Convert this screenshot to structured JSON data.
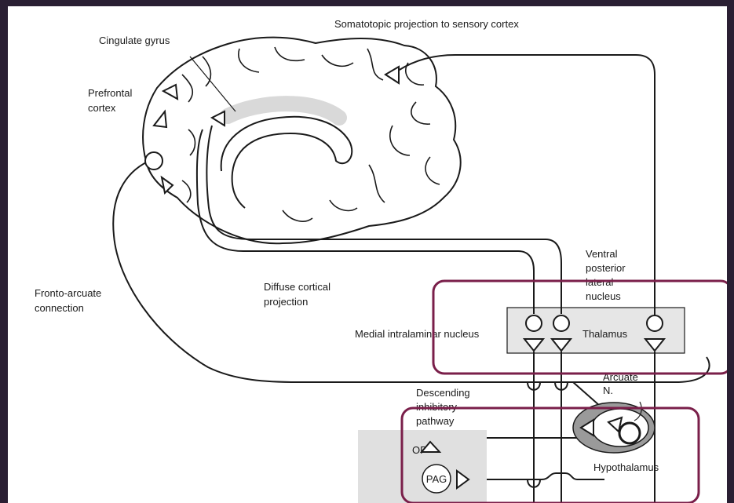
{
  "labels": {
    "somatotopic": "Somatotopic projection to sensory cortex",
    "cingulate": "Cingulate gyrus",
    "prefrontal_1": "Prefrontal",
    "prefrontal_2": "cortex",
    "fronto_1": "Fronto-arcuate",
    "fronto_2": "connection",
    "diffuse_1": "Diffuse cortical",
    "diffuse_2": "projection",
    "ventral_1": "Ventral",
    "ventral_2": "posterior",
    "ventral_3": "lateral",
    "ventral_4": "nucleus",
    "medial": "Medial intralaminar nucleus",
    "thalamus": "Thalamus",
    "arcuate_1": "Arcuate",
    "arcuate_2": "N.",
    "descending_1": "Descending",
    "descending_2": "inhibitory",
    "descending_3": "pathway",
    "op": "OP",
    "pag": "PAG",
    "hypothalamus": "Hypothalamus"
  },
  "colors": {
    "frame": "#2a1f33",
    "highlight": "#7a1f4a",
    "thalamus_fill": "#e6e6e6",
    "gyrus": "#d9d9d9",
    "pag_box": "#e0e0e0",
    "hypothalamus_fill": "#9a9a9a"
  }
}
